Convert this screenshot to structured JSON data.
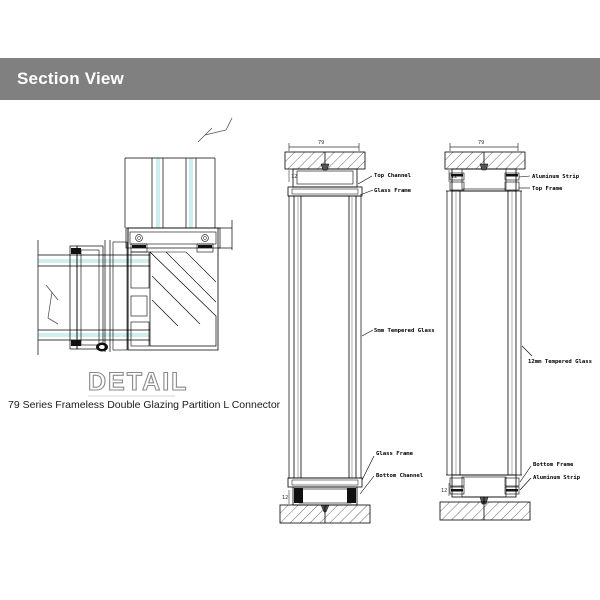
{
  "header": {
    "title": "Section View",
    "bar_color": "#808080",
    "text_color": "#ffffff"
  },
  "detail_view": {
    "title": "DETAIL",
    "caption": "79 Series Frameless Double Glazing Partition L Connector",
    "glass_line_color": "#7fd4d4",
    "line_color": "#000000"
  },
  "sections": [
    {
      "name": "middle-section",
      "dimension": "79",
      "labels": [
        {
          "text": "Top Channel",
          "position": "top-right"
        },
        {
          "text": "Glass Frame",
          "position": "top-right-2"
        },
        {
          "text": "5mm Tempered Glass",
          "position": "middle-right"
        },
        {
          "text": "Glass Frame",
          "position": "bottom-right"
        },
        {
          "text": "Bottom Channel",
          "position": "bottom-right-2"
        }
      ]
    },
    {
      "name": "right-section",
      "dimension": "79",
      "labels": [
        {
          "text": "Aluminum Strip",
          "position": "top-right"
        },
        {
          "text": "Top Frame",
          "position": "top-right-2"
        },
        {
          "text": "12mm Tempered Glass",
          "position": "middle-right"
        },
        {
          "text": "Bottom Frame",
          "position": "bottom-right"
        },
        {
          "text": "Aluminum Strip",
          "position": "bottom-right-2"
        }
      ]
    }
  ],
  "dimensions": {
    "middle_width": "79",
    "right_width": "79",
    "middle_small": "12",
    "right_small": "12"
  }
}
